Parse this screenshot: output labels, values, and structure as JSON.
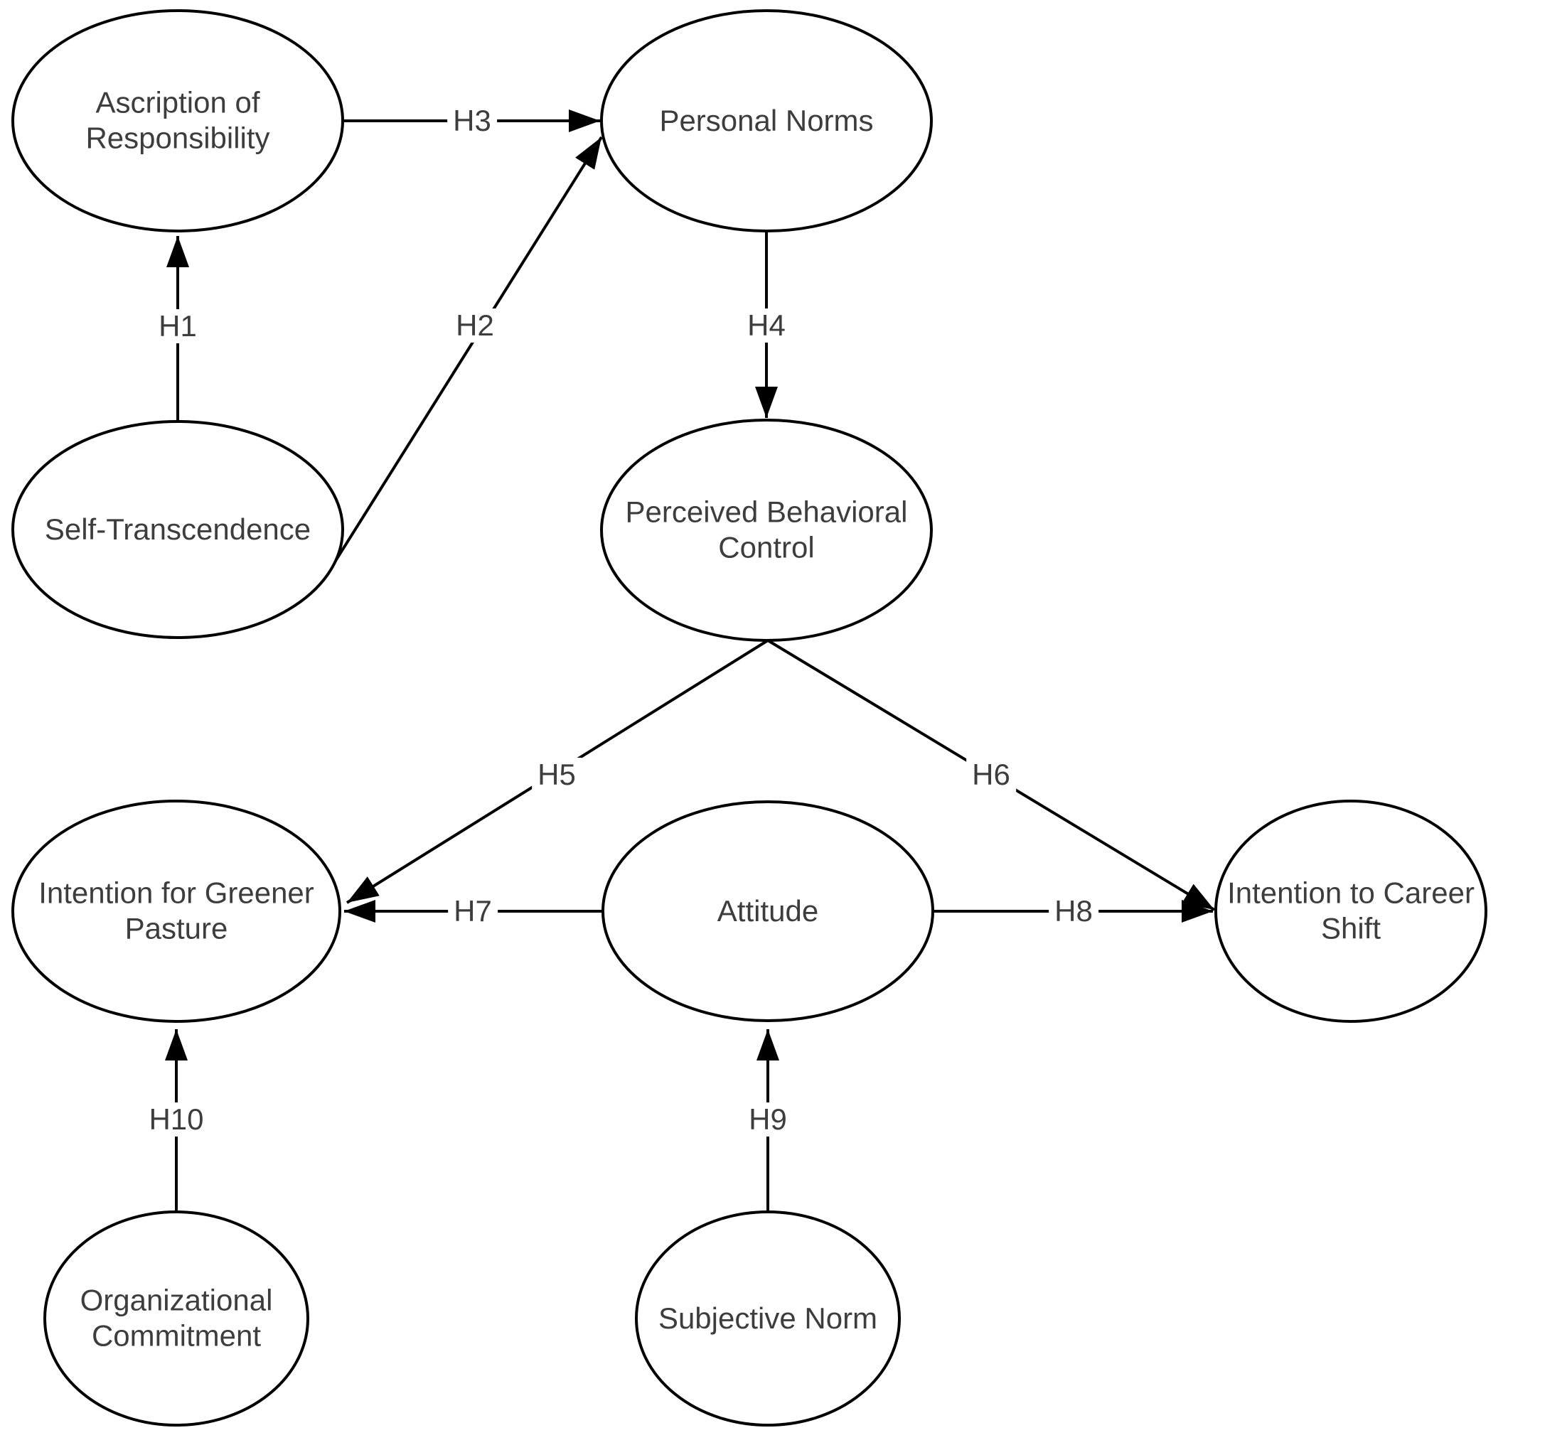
{
  "diagram": {
    "type": "path-model",
    "background_color": "#ffffff",
    "stroke_color": "#000000",
    "text_color": "#3d3d3d",
    "nodes": {
      "ascription_of_responsibility": {
        "label": "Ascription of\nResponsibility"
      },
      "personal_norms": {
        "label": "Personal Norms"
      },
      "self_transcendence": {
        "label": "Self-Transcendence"
      },
      "perceived_behavioral_control": {
        "label": "Perceived Behavioral\nControl"
      },
      "intention_for_greener_pasture": {
        "label": "Intention for Greener\nPasture"
      },
      "attitude": {
        "label": "Attitude"
      },
      "intention_to_career_shift": {
        "label": "Intention to Career\nShift"
      },
      "organizational_commitment": {
        "label": "Organizational\nCommitment"
      },
      "subjective_norm": {
        "label": "Subjective Norm"
      }
    },
    "edges": {
      "h1": {
        "label": "H1",
        "from": "Self-Transcendence",
        "to": "Ascription of Responsibility"
      },
      "h2": {
        "label": "H2",
        "from": "Self-Transcendence",
        "to": "Personal Norms"
      },
      "h3": {
        "label": "H3",
        "from": "Ascription of Responsibility",
        "to": "Personal Norms"
      },
      "h4": {
        "label": "H4",
        "from": "Personal Norms",
        "to": "Perceived Behavioral Control"
      },
      "h5": {
        "label": "H5",
        "from": "Perceived Behavioral Control",
        "to": "Intention for Greener Pasture"
      },
      "h6": {
        "label": "H6",
        "from": "Perceived Behavioral Control",
        "to": "Intention to Career Shift"
      },
      "h7": {
        "label": "H7",
        "from": "Attitude",
        "to": "Intention for Greener Pasture"
      },
      "h8": {
        "label": "H8",
        "from": "Attitude",
        "to": "Intention to Career Shift"
      },
      "h9": {
        "label": "H9",
        "from": "Subjective Norm",
        "to": "Attitude"
      },
      "h10": {
        "label": "H10",
        "from": "Organizational Commitment",
        "to": "Intention for Greener Pasture"
      }
    }
  }
}
